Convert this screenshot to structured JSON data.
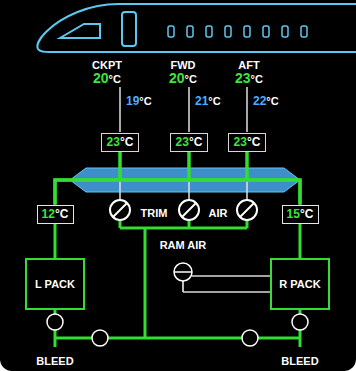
{
  "diagram": {
    "nodes": [
      {
        "text": [
          "23",
          "°C"
        ]
      },
      {
        "text": [
          "23",
          "°C"
        ]
      },
      {
        "text": [
          "23",
          "°C"
        ]
      },
      {
        "text": [
          "12",
          "°C"
        ]
      },
      {
        "text": [
          "15",
          "°C"
        ]
      },
      {
        "text": [
          "L PACK"
        ]
      },
      {
        "text": [
          "R PACK"
        ]
      }
    ],
    "edges": [
      {
        "from": 5,
        "to": 3,
        "arrow": "none"
      },
      {
        "from": 6,
        "to": 4,
        "arrow": "none"
      },
      {
        "from": 3,
        "to": 0,
        "arrow": "none"
      },
      {
        "from": 3,
        "to": 1,
        "arrow": "none"
      },
      {
        "from": 3,
        "to": 2,
        "arrow": "none"
      },
      {
        "from": 4,
        "to": 0,
        "arrow": "none"
      },
      {
        "from": 4,
        "to": 1,
        "arrow": "none"
      },
      {
        "from": 4,
        "to": 2,
        "arrow": "none"
      }
    ],
    "labels": [
      "CKPT",
      "20",
      "°C",
      "FWD",
      "20",
      "°C",
      "AFT",
      "23",
      "°C",
      "19",
      "°C",
      "21",
      "°C",
      "22",
      "°C",
      "TRIM",
      "AIR",
      "RAM AIR",
      "BLEED",
      "BLEED"
    ]
  }
}
